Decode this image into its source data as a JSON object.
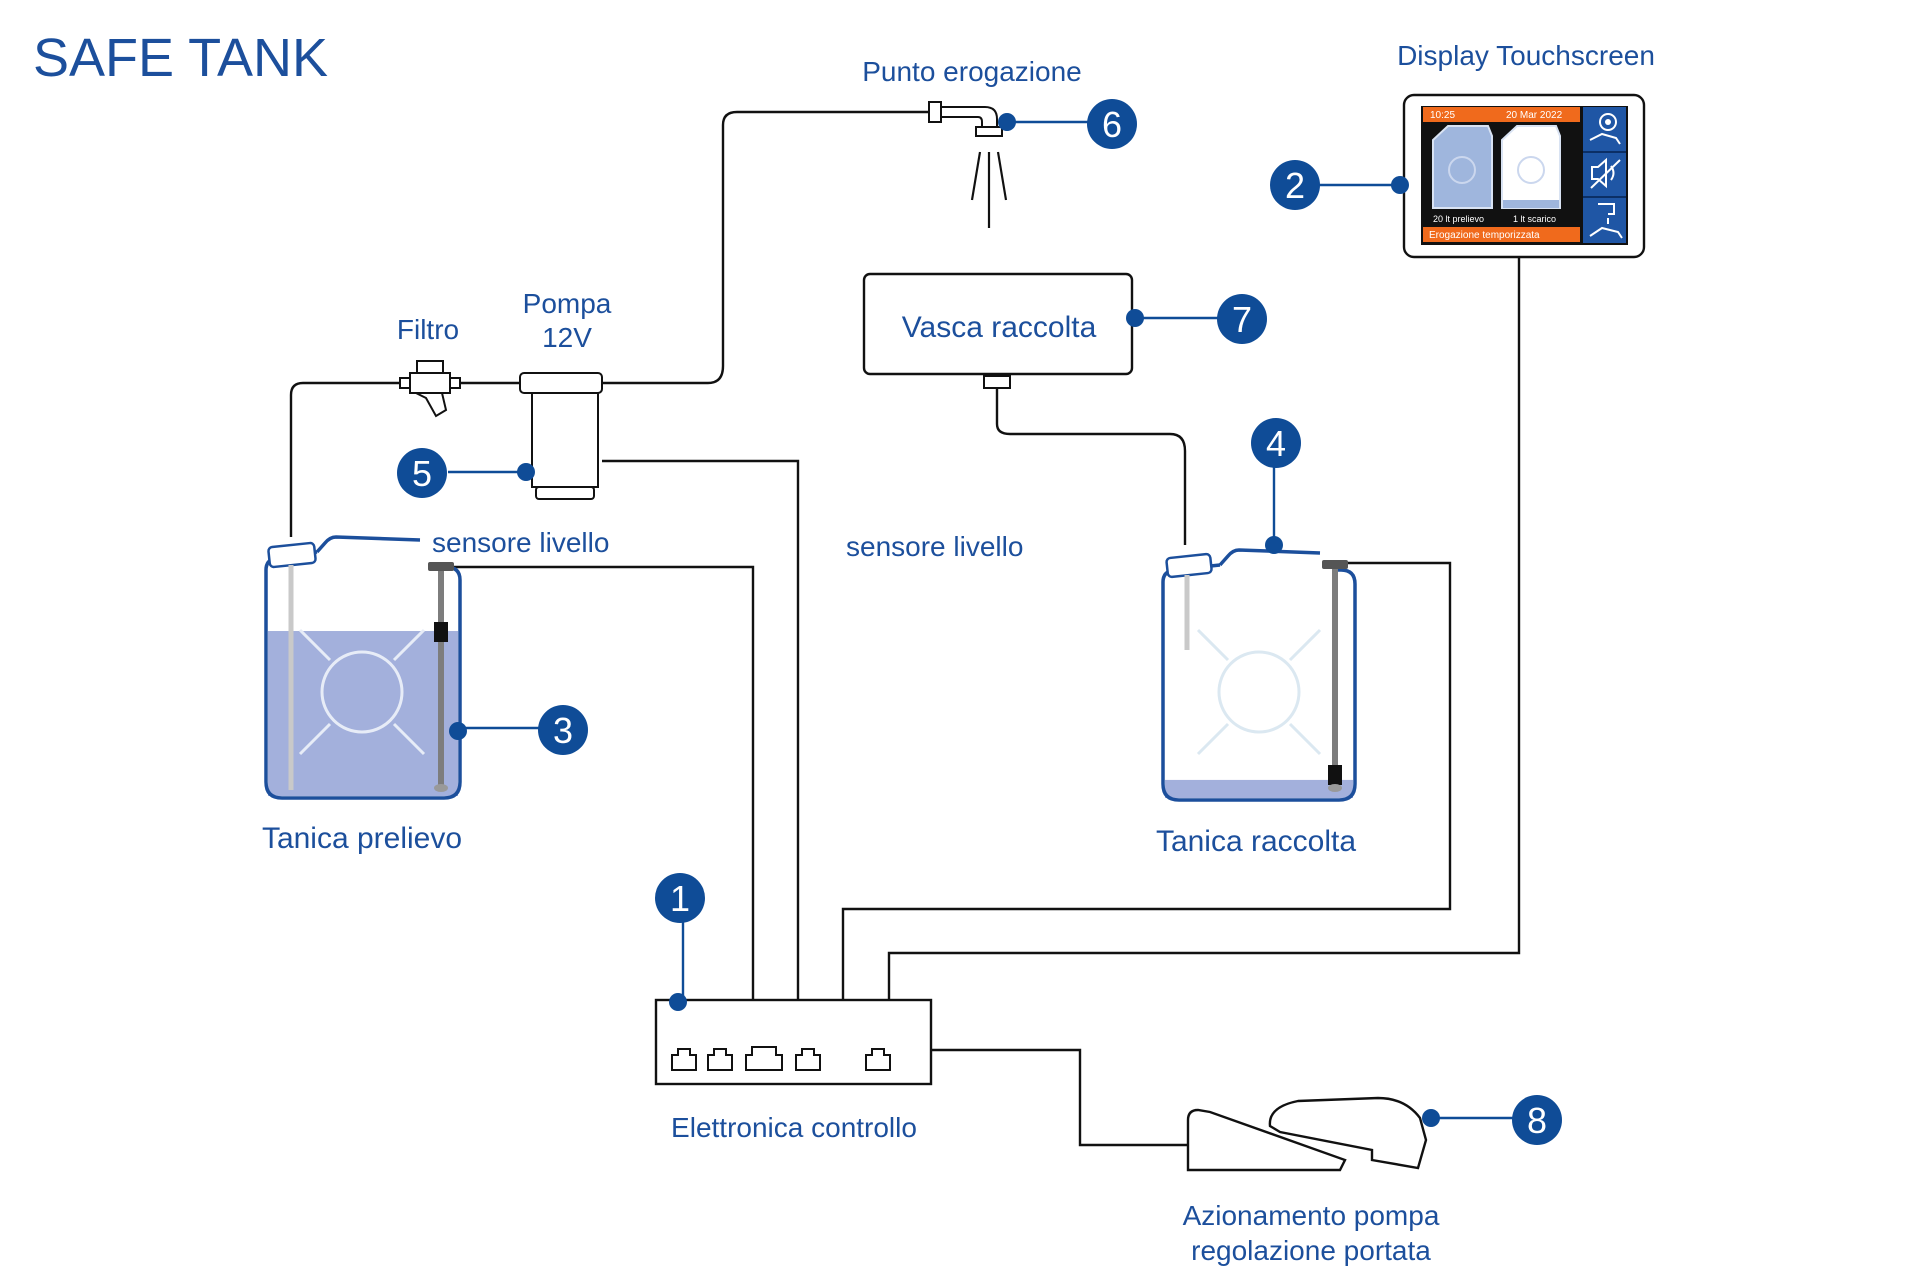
{
  "title": "SAFE TANK",
  "labels": {
    "display": "Display Touchscreen",
    "dispense_point": "Punto erogazione",
    "filter": "Filtro",
    "pump_line1": "Pompa",
    "pump_line2": "12V",
    "collection_basin": "Vasca raccolta",
    "level_sensor_left": "sensore livello",
    "level_sensor_right": "sensore livello",
    "tank_draw": "Tanica prelievo",
    "tank_collect": "Tanica raccolta",
    "control_unit": "Elettronica controllo",
    "pedal_line1": "Azionamento pompa",
    "pedal_line2": "regolazione portata"
  },
  "callouts": [
    "1",
    "2",
    "3",
    "4",
    "5",
    "6",
    "7",
    "8"
  ],
  "screen": {
    "time": "10:25",
    "date": "20 Mar 2022",
    "left_tank": "20 lt  prelievo",
    "right_tank": "1 lt  scarico",
    "status": "Erogazione temporizzata",
    "icons": [
      "settings-hand-icon",
      "mute-icon",
      "tap-hand-icon"
    ]
  },
  "colors": {
    "brand_blue": "#0f4c97",
    "label_blue": "#1c4f9c",
    "water": "#a3b0dc",
    "screen_orange": "#f06a1c",
    "screen_blue": "#1f56a5"
  },
  "levels": {
    "tank_draw_fill_fraction": 0.73,
    "tank_collect_fill_fraction": 0.08
  }
}
